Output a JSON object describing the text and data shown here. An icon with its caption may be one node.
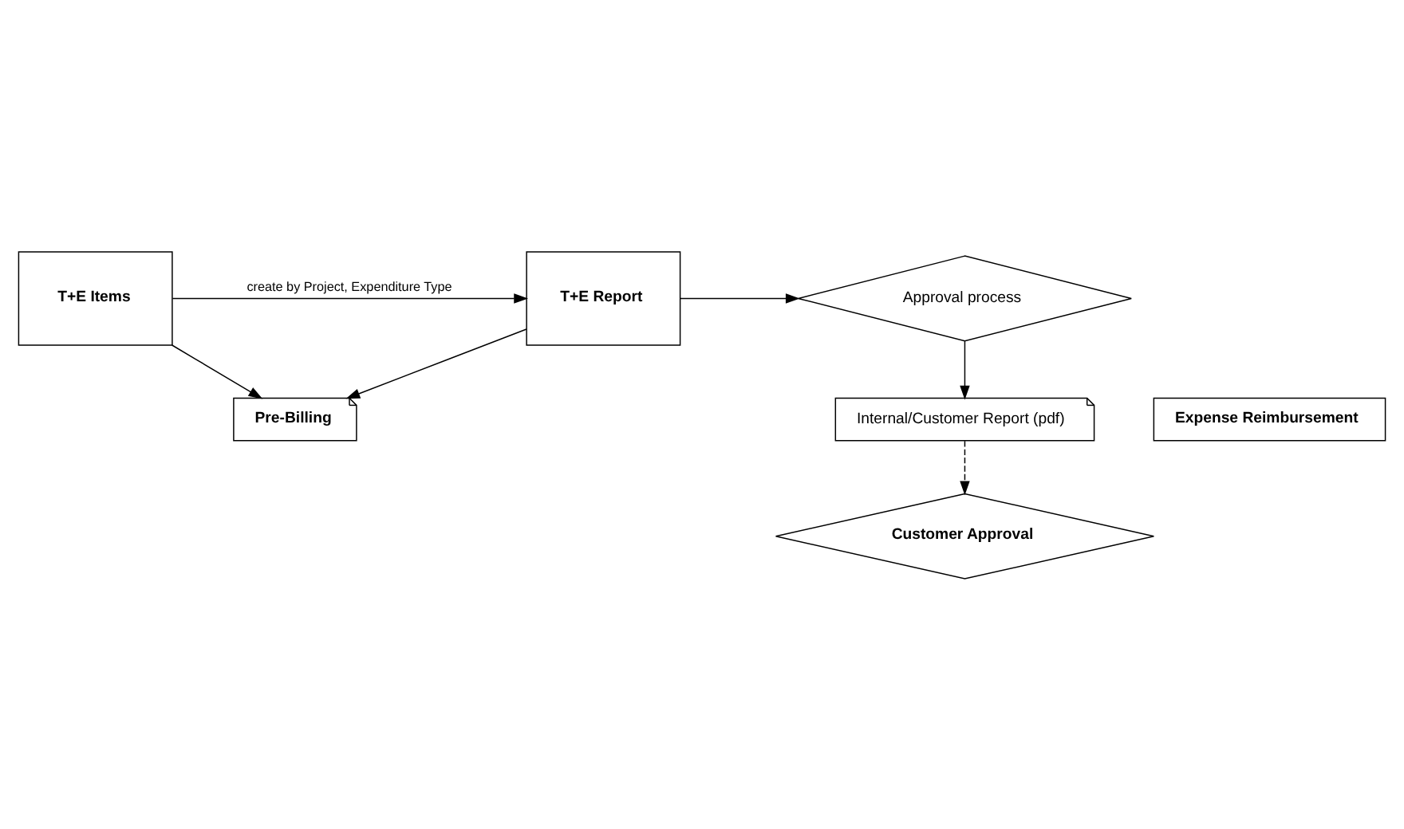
{
  "diagram": {
    "nodes": [
      {
        "text": [
          "T+E Items"
        ]
      },
      {
        "text": [
          "T+E Report"
        ]
      },
      {
        "text": [
          "Approval process"
        ]
      },
      {
        "text": [
          "Internal/Customer Report (pdf)"
        ]
      },
      {
        "text": [
          "Customer Approval"
        ]
      },
      {
        "text": [
          "Pre-Billing"
        ]
      },
      {
        "text": [
          "Expense Reimbursement"
        ]
      }
    ],
    "edges": [
      {
        "from": 0,
        "to": 1,
        "arrow": "to",
        "label": "create by Project, Expenditure Type"
      },
      {
        "from": 1,
        "to": 2,
        "arrow": "to"
      },
      {
        "from": 2,
        "to": 3,
        "arrow": "to"
      },
      {
        "from": 3,
        "to": 4,
        "arrow": "to",
        "style": "dashed"
      },
      {
        "from": 1,
        "to": 5,
        "arrow": "to"
      },
      {
        "from": 0,
        "to": 5,
        "arrow": "to"
      }
    ]
  }
}
